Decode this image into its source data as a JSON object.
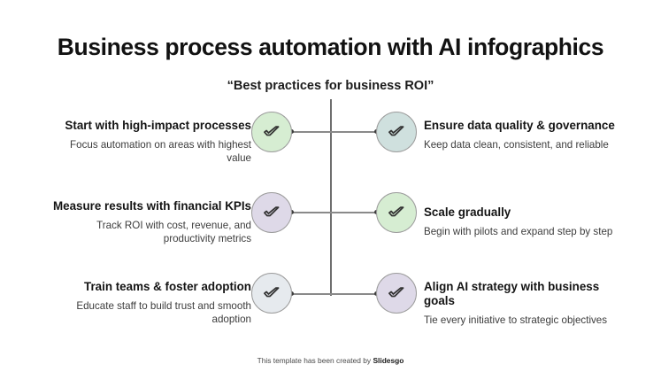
{
  "header": {
    "title": "Business process automation with AI infographics",
    "subtitle": "“Best practices for business ROI”"
  },
  "diagram": {
    "type": "double-sided-timeline",
    "icon_name": "check-circle-icon",
    "spine_color": "#6f6f6f",
    "connector_color": "#8a8a8a",
    "items": [
      {
        "side": "left",
        "row": 1,
        "title": "Start with high-impact processes",
        "description": "Focus automation on areas with highest value",
        "circle_color": "#d6edd2",
        "circle_border": "#9c9c9c"
      },
      {
        "side": "right",
        "row": 1,
        "title": "Ensure data quality & governance",
        "description": "Keep data clean, consistent, and reliable",
        "circle_color": "#cfe0de",
        "circle_border": "#9c9c9c"
      },
      {
        "side": "left",
        "row": 2,
        "title": "Measure results with financial KPIs",
        "description": "Track ROI with cost, revenue, and productivity metrics",
        "circle_color": "#ded9e8",
        "circle_border": "#9c9c9c"
      },
      {
        "side": "right",
        "row": 2,
        "title": "Scale gradually",
        "description": "Begin with pilots and expand step by step",
        "circle_color": "#d6edd2",
        "circle_border": "#9c9c9c"
      },
      {
        "side": "left",
        "row": 3,
        "title": "Train teams & foster adoption",
        "description": "Educate staff to build trust and smooth adoption",
        "circle_color": "#e6eaee",
        "circle_border": "#9c9c9c"
      },
      {
        "side": "right",
        "row": 3,
        "title": "Align AI strategy with business goals",
        "description": "Tie every initiative to strategic objectives",
        "circle_color": "#ded9e8",
        "circle_border": "#9c9c9c"
      }
    ]
  },
  "footer": {
    "prefix": "This template has been created by ",
    "brand": "Slidesgo"
  }
}
